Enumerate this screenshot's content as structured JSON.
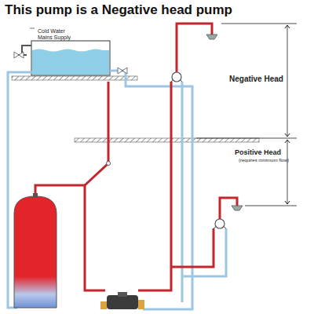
{
  "diagram": {
    "title": "This pump is a Negative head pump",
    "labels": [
      "Cold Water Mains Supply",
      "Negative Head",
      "Positive Head",
      "(requires minimum flow)"
    ]
  }
}
